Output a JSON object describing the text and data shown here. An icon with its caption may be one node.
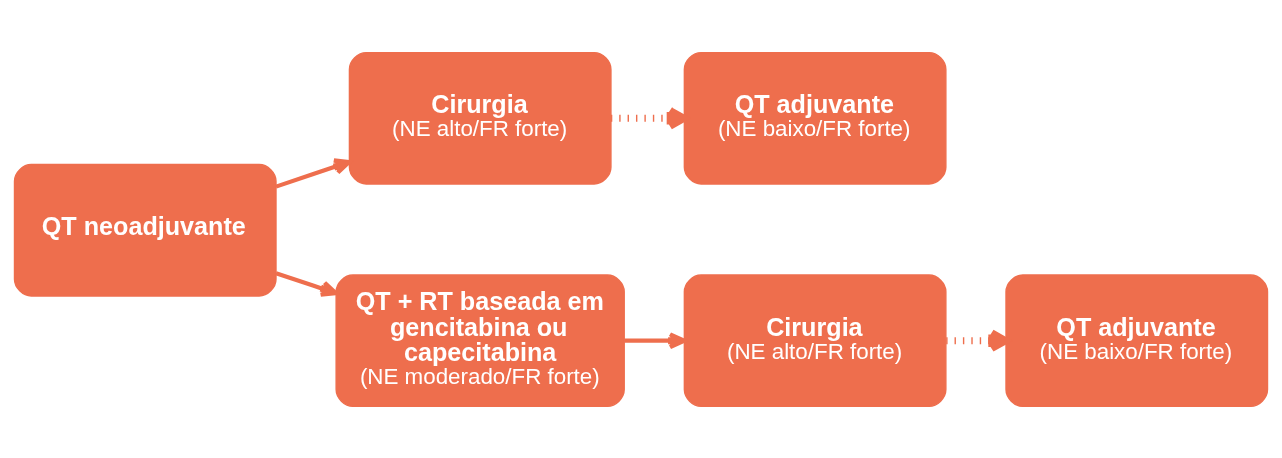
{
  "diagram": {
    "nodes": [
      {
        "text": [
          "QT neoadjuvante"
        ]
      },
      {
        "text": [
          "Cirurgia",
          "(NE alto/FR forte)"
        ]
      },
      {
        "text": [
          "QT adjuvante",
          "(NE baixo/FR forte)"
        ]
      },
      {
        "text": [
          "QT + RT baseada em gencitabina ou capecitabina",
          "(NE moderado/FR forte)"
        ]
      },
      {
        "text": [
          "Cirurgia",
          "(NE alto/FR forte)"
        ]
      },
      {
        "text": [
          "QT adjuvante",
          "(NE baixo/FR forte)"
        ]
      }
    ],
    "edges": [
      {
        "from": 0,
        "to": 1,
        "arrow": "to"
      },
      {
        "from": 1,
        "to": 2,
        "arrow": "to",
        "style": "dashed"
      },
      {
        "from": 0,
        "to": 3,
        "arrow": "to"
      },
      {
        "from": 3,
        "to": 4,
        "arrow": "to"
      },
      {
        "from": 4,
        "to": 5,
        "arrow": "to",
        "style": "dashed"
      }
    ]
  }
}
